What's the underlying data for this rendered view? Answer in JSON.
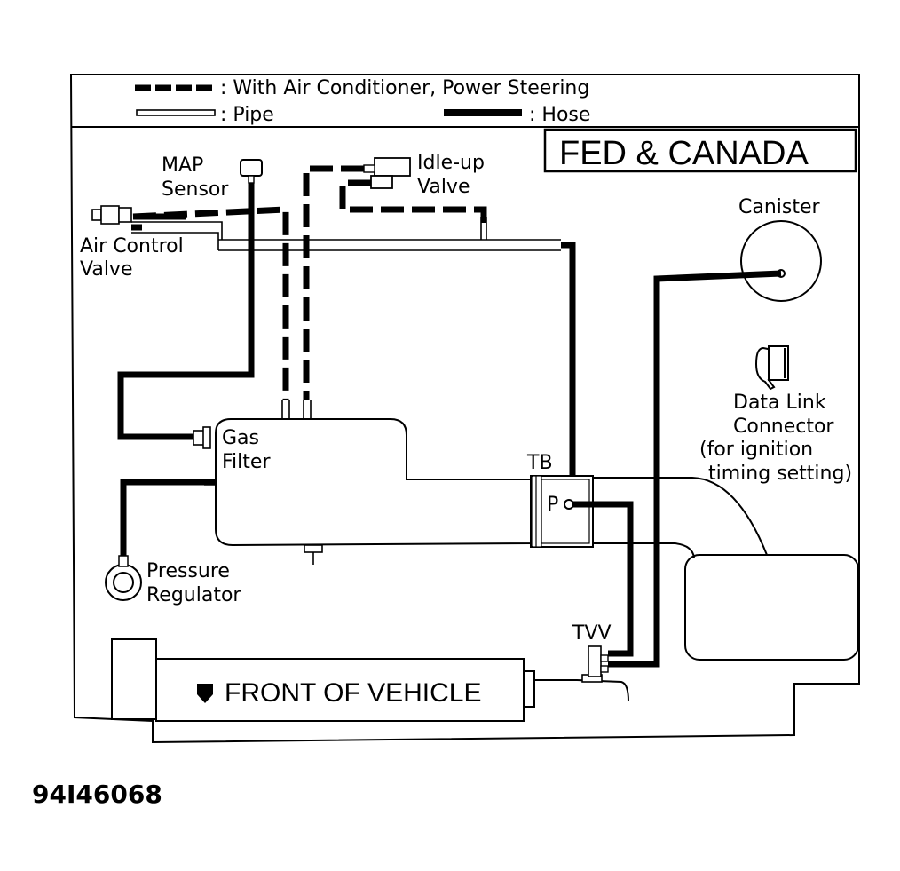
{
  "legend": {
    "dashed_label": ": With Air Conditioner, Power Steering",
    "pipe_label": ": Pipe",
    "hose_label": ": Hose"
  },
  "region_label": "FED & CANADA",
  "components": {
    "map_sensor_line1": "MAP",
    "map_sensor_line2": "Sensor",
    "idle_up_line1": "Idle-up",
    "idle_up_line2": "Valve",
    "air_control_line1": "Air Control",
    "air_control_line2": "Valve",
    "canister": "Canister",
    "dlc_line1": "Data Link",
    "dlc_line2": "Connector",
    "dlc_line3": "(for ignition",
    "dlc_line4": "timing setting)",
    "gas_filter_line1": "Gas",
    "gas_filter_line2": "Filter",
    "tb": "TB",
    "tb_port": "P",
    "pressure_reg_line1": "Pressure",
    "pressure_reg_line2": "Regulator",
    "tvv": "TVV"
  },
  "front_label": "FRONT OF VEHICLE",
  "figure_code": "94I46068"
}
